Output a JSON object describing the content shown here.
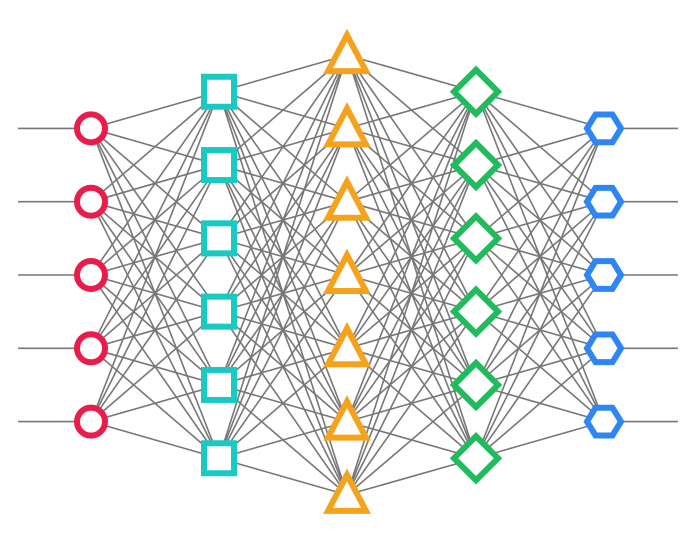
{
  "diagram": {
    "type": "neural-network",
    "edge_color": "#777777",
    "layers": [
      {
        "name": "input",
        "shape": "circle",
        "count": 5,
        "color": "#ea1c4b"
      },
      {
        "name": "hidden-1",
        "shape": "square",
        "count": 6,
        "color": "#19cac4"
      },
      {
        "name": "hidden-2",
        "shape": "triangle",
        "count": 7,
        "color": "#f5a21c"
      },
      {
        "name": "hidden-3",
        "shape": "diamond",
        "count": 6,
        "color": "#1fbb5c"
      },
      {
        "name": "output",
        "shape": "hexagon",
        "count": 5,
        "color": "#2e86f5"
      }
    ],
    "fully_connected": true,
    "input_lines": true,
    "output_lines": true
  }
}
